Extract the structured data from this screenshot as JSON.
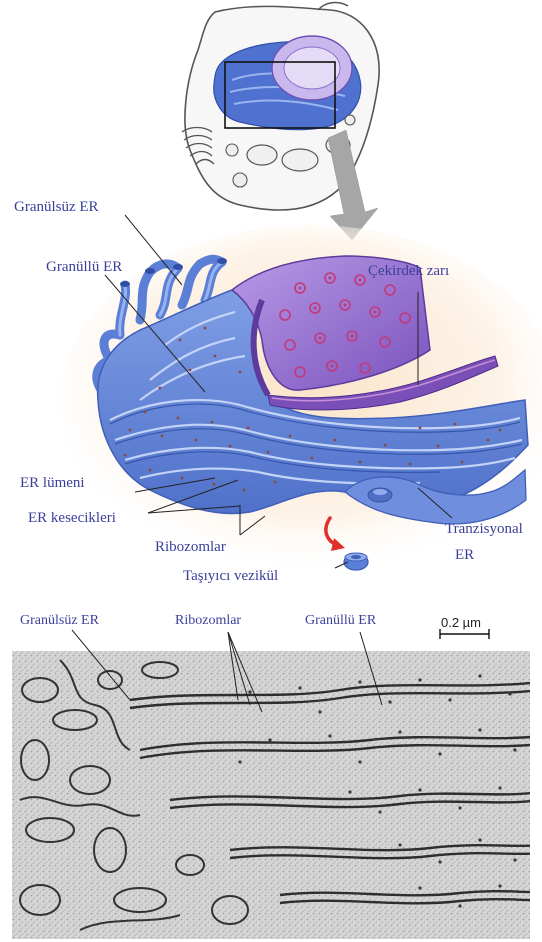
{
  "labels": {
    "smooth_er": "Granülsüz ER",
    "rough_er": "Granüllü ER",
    "nuclear_envelope": "Çekirdek zarı",
    "er_lumen": "ER lümeni",
    "er_cisternae": "ER kesecikleri",
    "ribosomes": "Ribozomlar",
    "transitional_er_line1": "Tranzisyonal",
    "transitional_er_line2": "ER",
    "transport_vesicle": "Taşıyıcı vezikül"
  },
  "micrograph": {
    "smooth_er": "Granülsüz ER",
    "ribosomes": "Ribozomlar",
    "rough_er": "Granüllü ER",
    "scale_bar": "0.2 µm"
  },
  "colors": {
    "label_text": "#3b3f9a",
    "er_membrane": "#5b7fd6",
    "er_membrane_dark": "#3f5fb8",
    "nucleus_purple": "#8b62c9",
    "nucleus_inner": "#a98ae0",
    "pore_pink": "#c23a7a",
    "glow": "#f8d9b6",
    "arrow_gray": "#a6a6a6",
    "arrow_red": "#e0302a"
  }
}
